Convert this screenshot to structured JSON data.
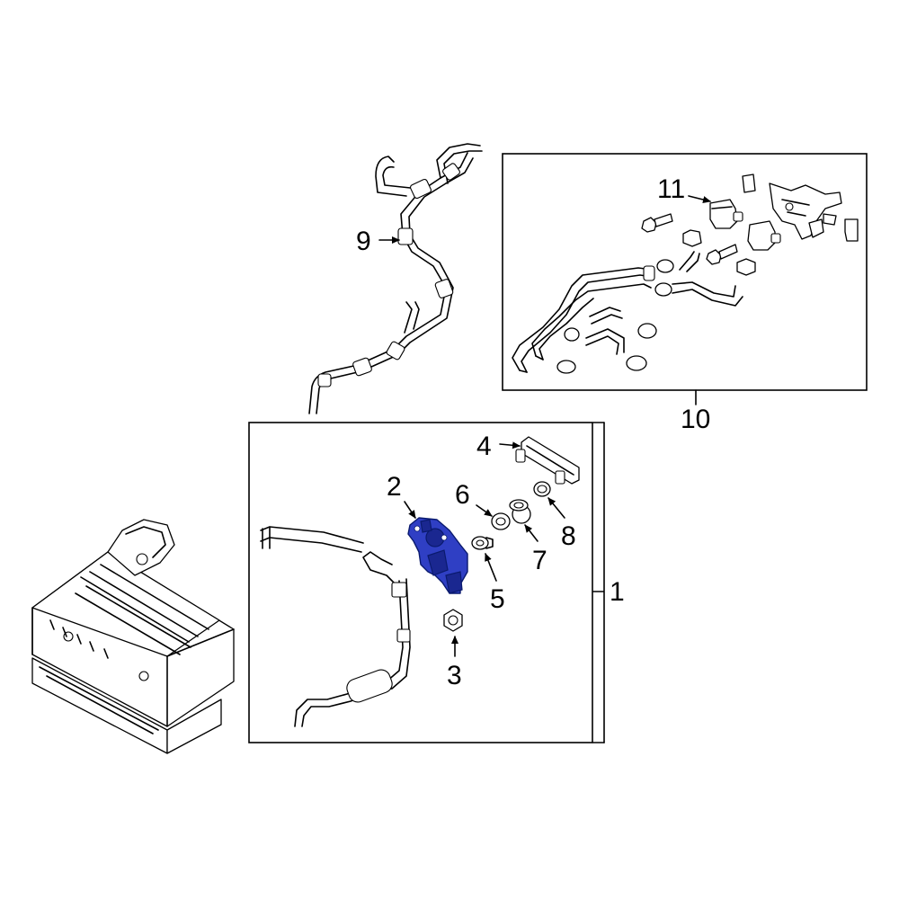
{
  "callouts": {
    "c1": "1",
    "c2": "2",
    "c3": "3",
    "c4": "4",
    "c5": "5",
    "c6": "6",
    "c7": "7",
    "c8": "8",
    "c9": "9",
    "c10": "10",
    "c11": "11"
  },
  "colors": {
    "highlight": "#2f3fc4",
    "line": "#000000",
    "background": "#ffffff"
  }
}
